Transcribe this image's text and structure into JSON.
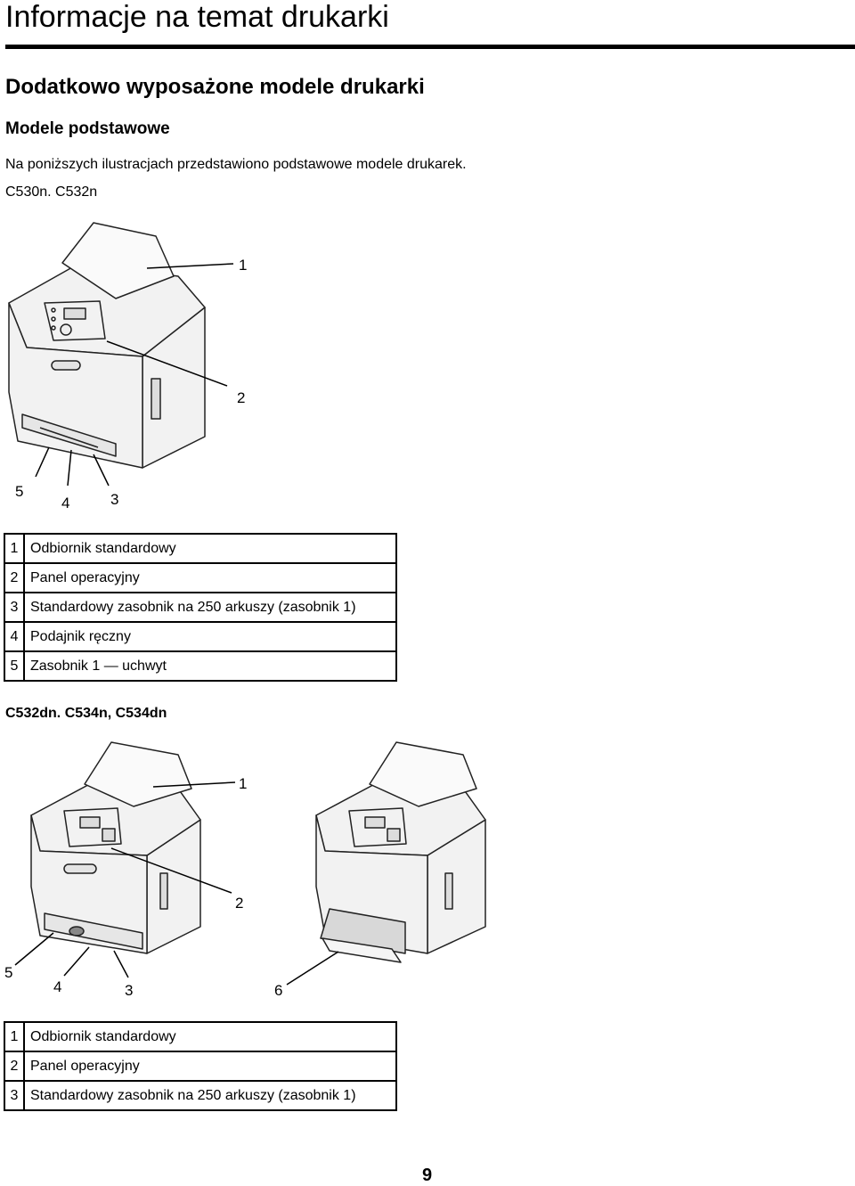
{
  "page": {
    "title": "Informacje na temat drukarki",
    "section_title": "Dodatkowo wyposażone modele drukarki",
    "subsection_title": "Modele podstawowe",
    "intro_text": "Na poniższych ilustracjach przedstawiono podstawowe modele drukarek.",
    "page_number": "9"
  },
  "model_group_1": {
    "title": "C530n. C532n",
    "callouts": [
      "1",
      "2",
      "5",
      "4",
      "3"
    ],
    "legend": [
      {
        "num": "1",
        "label": "Odbiornik standardowy"
      },
      {
        "num": "2",
        "label": "Panel operacyjny"
      },
      {
        "num": "3",
        "label": "Standardowy zasobnik na 250 arkuszy (zasobnik 1)"
      },
      {
        "num": "4",
        "label": "Podajnik ręczny"
      },
      {
        "num": "5",
        "label": "Zasobnik 1 — uchwyt"
      }
    ]
  },
  "model_group_2": {
    "title": "C532dn. C534n, C534dn",
    "callouts": [
      "1",
      "2",
      "5",
      "4",
      "3",
      "6"
    ],
    "legend": [
      {
        "num": "1",
        "label": "Odbiornik standardowy"
      },
      {
        "num": "2",
        "label": "Panel operacyjny"
      },
      {
        "num": "3",
        "label": "Standardowy zasobnik na 250 arkuszy (zasobnik 1)"
      }
    ]
  }
}
